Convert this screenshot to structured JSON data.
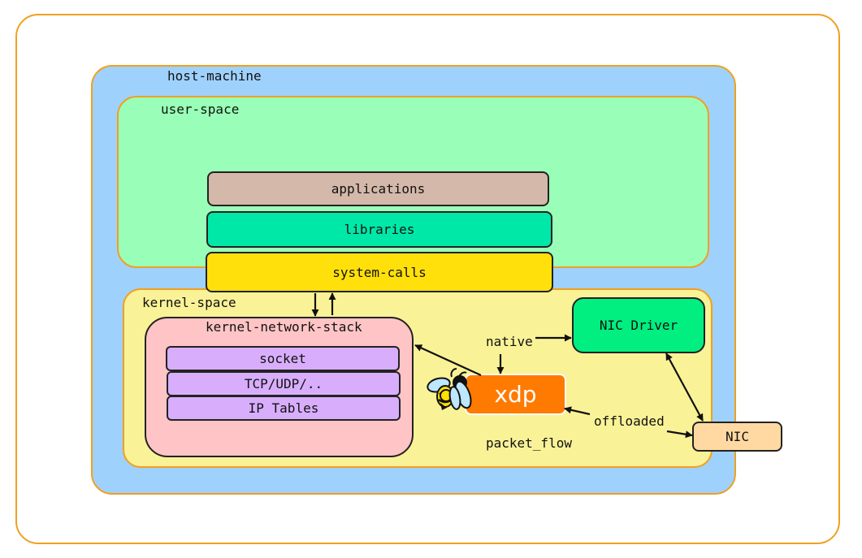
{
  "labels": {
    "host_machine": "host-machine",
    "user_space": "user-space",
    "kernel_space": "kernel-space",
    "applications": "applications",
    "libraries": "libraries",
    "system_calls": "system-calls",
    "kernel_network_stack": "kernel-network-stack",
    "socket": "socket",
    "tcp_udp": "TCP/UDP/..",
    "ip_tables": "IP Tables",
    "nic_driver": "NIC Driver",
    "nic": "NIC",
    "xdp": "xdp",
    "native": "native",
    "offloaded": "offloaded",
    "packet_flow": "packet_flow"
  },
  "colors": {
    "border_orange": "#f0a020",
    "host_fill": "#9fd1fd",
    "user_fill": "#99ffb8",
    "kernel_fill": "#f9f297",
    "applications_fill": "#d4b8a9",
    "libraries_fill": "#00e8a8",
    "system_calls_fill": "#ffe00a",
    "network_stack_fill": "#ffc4c6",
    "protocol_fill": "#d8aefc",
    "nic_driver_fill": "#00ef80",
    "nic_fill": "#ffd9a1",
    "xdp_fill": "#ff7a00"
  },
  "icons": {
    "bee": "bee-icon"
  }
}
